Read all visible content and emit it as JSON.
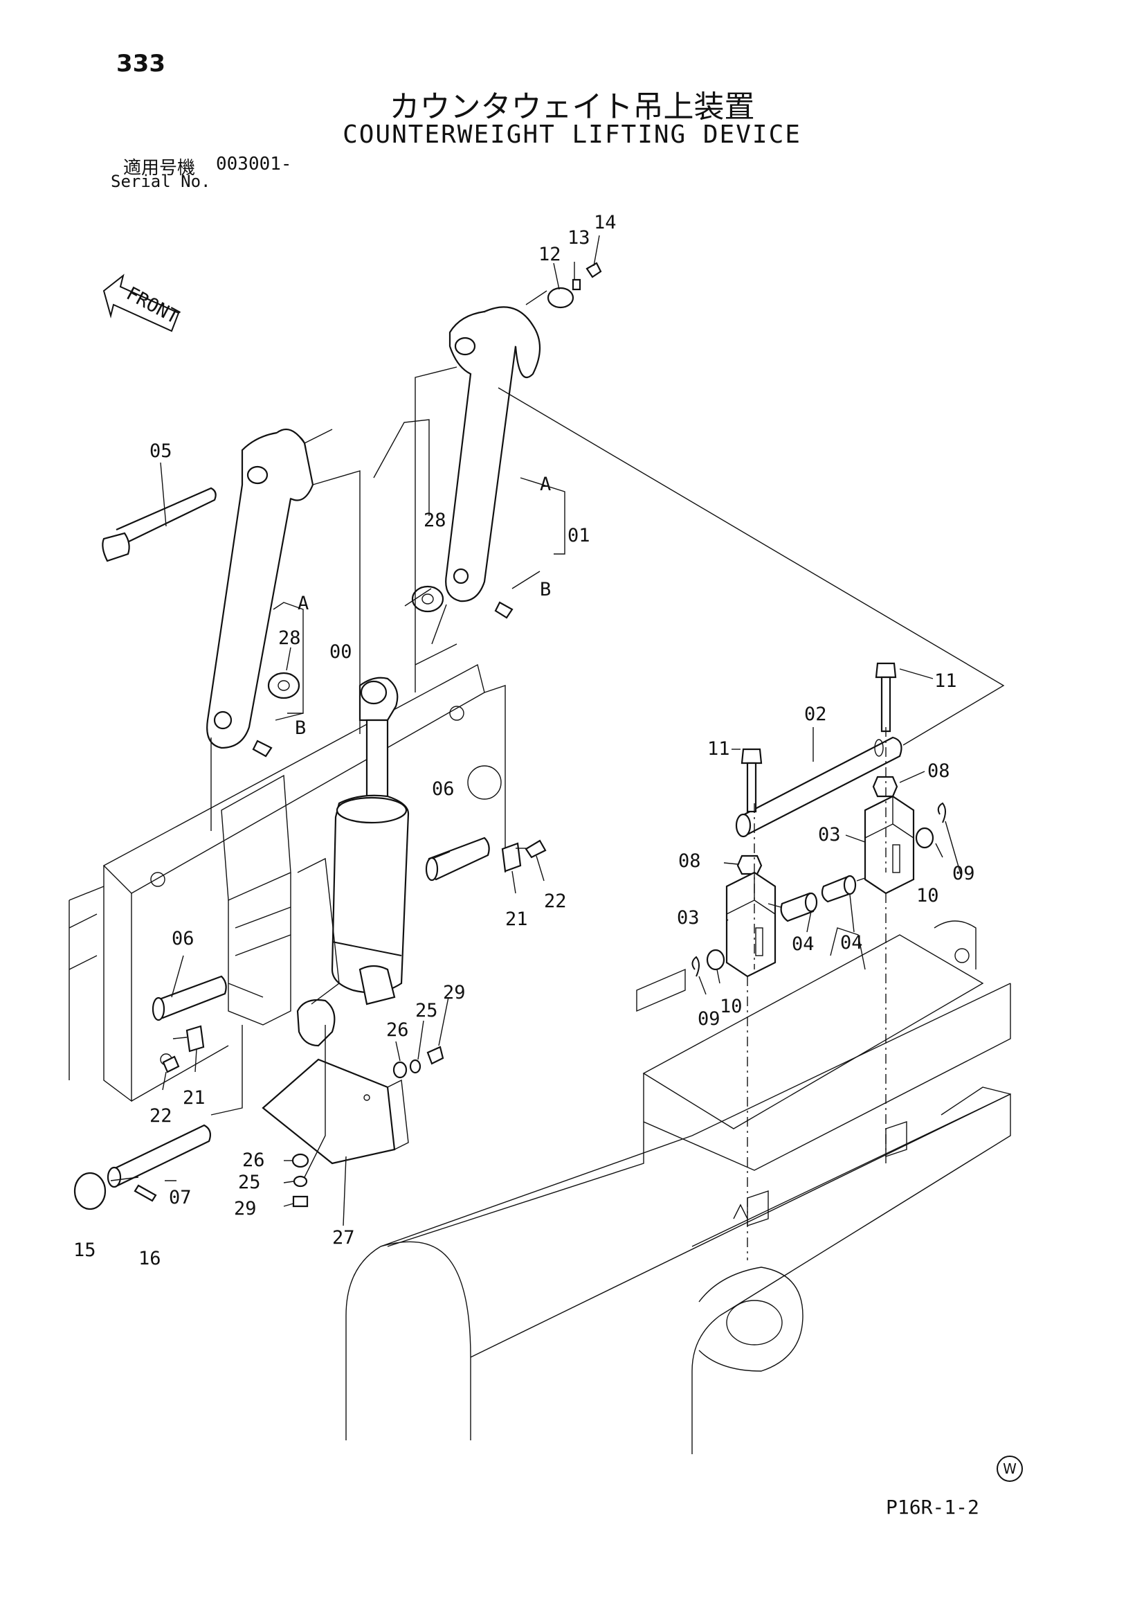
{
  "header": {
    "page_number": "333",
    "title_jp": "カウンタウェイト吊上装置",
    "title_en": "COUNTERWEIGHT LIFTING DEVICE",
    "serial_label_jp": "適用号機",
    "serial_value": "003001-",
    "serial_label_en": "Serial No."
  },
  "footer": {
    "drawing_code": "P16R-1-2",
    "mark": "W"
  },
  "orientation": {
    "front_label": "FRONT"
  },
  "callouts": {
    "l00": "00",
    "l01": "01",
    "l02": "02",
    "l03a": "03",
    "l03b": "03",
    "l04a": "04",
    "l04b": "04",
    "l05": "05",
    "l06a": "06",
    "l06b": "06",
    "l07": "07",
    "l08a": "08",
    "l08b": "08",
    "l09a": "09",
    "l09b": "09",
    "l10a": "10",
    "l10b": "10",
    "l11a": "11",
    "l11b": "11",
    "l12": "12",
    "l13": "13",
    "l14": "14",
    "l15": "15",
    "l16": "16",
    "l21a": "21",
    "l21b": "21",
    "l22a": "22",
    "l22b": "22",
    "l25a": "25",
    "l25b": "25",
    "l26a": "26",
    "l26b": "26",
    "l27": "27",
    "l28a": "28",
    "l28b": "28",
    "l29a": "29",
    "l29b": "29",
    "lA1": "A",
    "lB1": "B",
    "lA2": "A",
    "lB2": "B"
  },
  "icons": [
    "front-arrow-icon",
    "w-circle-icon"
  ]
}
